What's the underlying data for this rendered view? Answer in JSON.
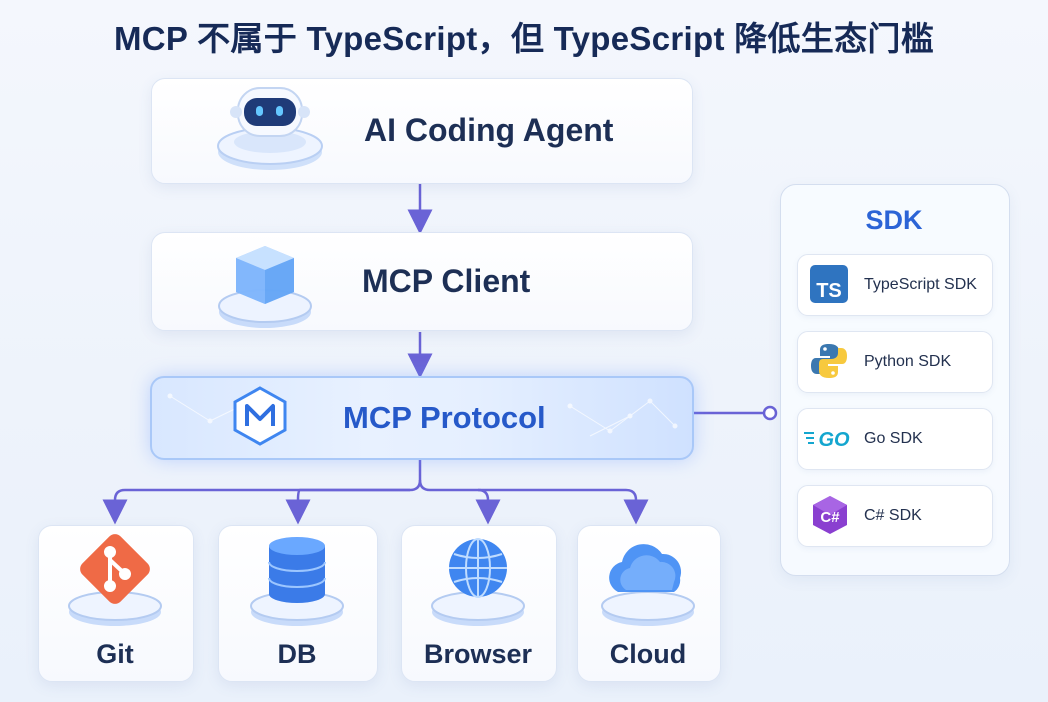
{
  "title": "MCP 不属于 TypeScript，但 TypeScript 降低生态门槛",
  "nodes": {
    "agent": "AI Coding Agent",
    "client": "MCP Client",
    "protocol": "MCP Protocol"
  },
  "targets": [
    "Git",
    "DB",
    "Browser",
    "Cloud"
  ],
  "sdk": {
    "title": "SDK",
    "items": [
      {
        "label": "TypeScript SDK",
        "icon": "ts-icon",
        "badge": "TS",
        "color": "#2f74c0"
      },
      {
        "label": "Python SDK",
        "icon": "python-icon",
        "color": "#3b78b0"
      },
      {
        "label": "Go SDK",
        "icon": "go-icon",
        "badge": "GO",
        "color": "#14a6cf"
      },
      {
        "label": "C# SDK",
        "icon": "csharp-icon",
        "badge": "C#",
        "color": "#8a3fd0"
      }
    ]
  },
  "colors": {
    "arrow": "#6a63d6",
    "title": "#162a57",
    "protocol_text": "#2659c9",
    "git": "#ef6a46",
    "accent_blue": "#3f86f0"
  }
}
